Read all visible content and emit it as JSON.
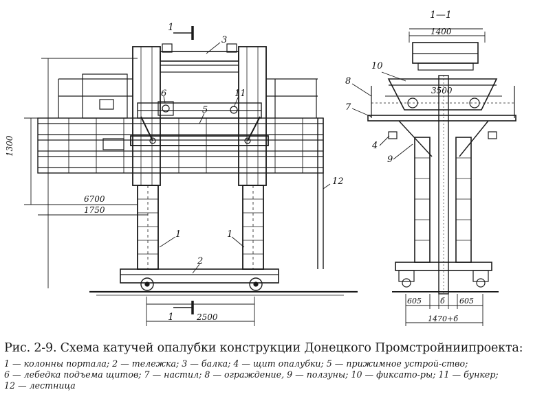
{
  "figure": {
    "section_label": "1—1",
    "cut_mark": "1",
    "dimensions": {
      "top_width": "1400",
      "bunker_width": "3500",
      "height": "1300",
      "total_length": "6700",
      "column_offset": "1750",
      "base_length": "2500",
      "left_offset": "605",
      "gap": "б",
      "right_offset": "605",
      "bottom_total": "1470+б"
    },
    "callouts": [
      "1",
      "1",
      "2",
      "3",
      "4",
      "5",
      "6",
      "7",
      "8",
      "9",
      "10",
      "11",
      "12"
    ]
  },
  "caption": {
    "title": "Рис. 2-9. Схема катучей опалубки конструкции Донецкого Промстройниипроекта:",
    "legend": [
      "1 — колонны портала;",
      "2 — тележка;",
      "3 — балка;",
      "4 — щит опалубки;",
      "5 — прижимное устрой-ство;",
      "6 — лебедка подъема щитов;",
      "7 — настил;",
      "8 — ограждение,",
      "9 — ползуны;",
      "10 — фиксато-ры;",
      "11 — бункер;",
      "12 — лестница"
    ]
  }
}
